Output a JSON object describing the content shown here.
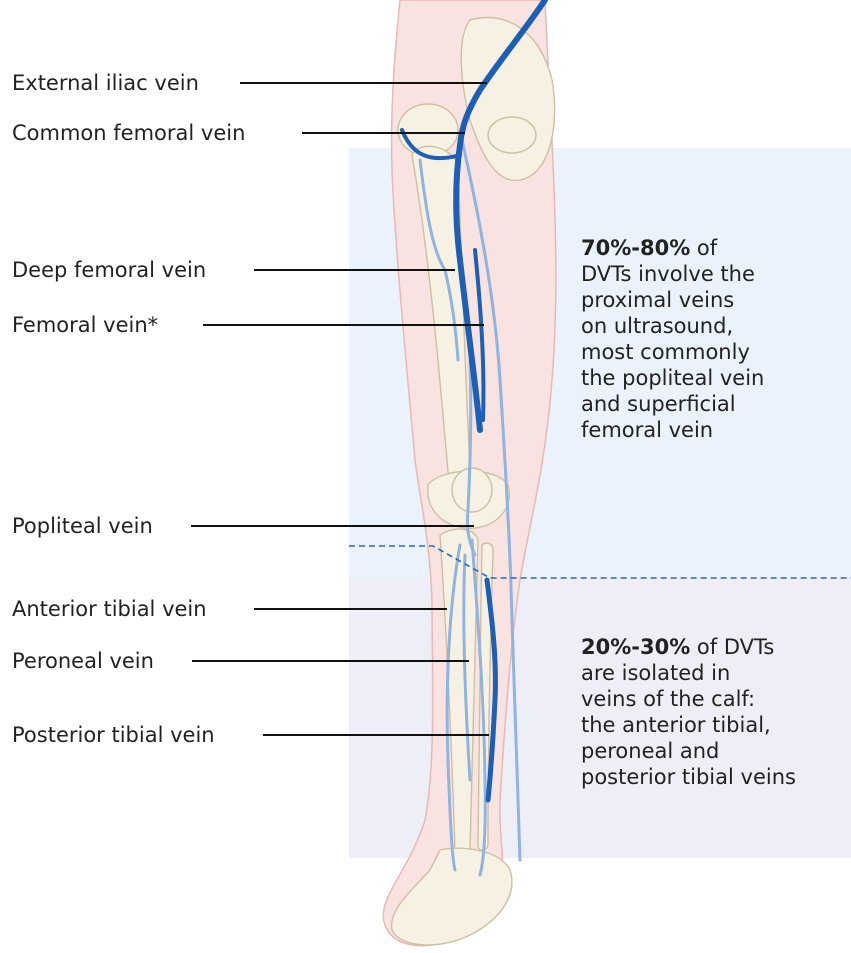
{
  "labels": {
    "external_iliac": "External iliac vein",
    "common_femoral": "Common femoral vein",
    "deep_femoral": "Deep femoral vein",
    "femoral": "Femoral vein*",
    "popliteal": "Popliteal vein",
    "anterior_tibial": "Anterior tibial vein",
    "peroneal": "Peroneal vein",
    "posterior_tibial": "Posterior tibial vein"
  },
  "proximal_note": {
    "highlight": "70%-80%",
    "lines": [
      " of",
      "DVTs involve the",
      "proximal veins",
      "on ultrasound,",
      "most commonly",
      "the popliteal vein",
      "and superficial",
      "femoral vein"
    ]
  },
  "calf_note": {
    "highlight": "20%-30%",
    "lines": [
      " of DVTs",
      "are isolated in",
      "veins of the calf:",
      "the anterior tibial,",
      "peroneal and",
      "posterior tibial veins"
    ]
  },
  "colors": {
    "proximal_zone": "#eaf2fb",
    "calf_zone": "#eeeef7",
    "leg_skin": "#f8e3e1",
    "leg_outline": "#e7b9b4",
    "deep_vein": "#1d5fb4",
    "superficial_vein": "#8fb4e2",
    "bone": "#f7f1e3",
    "bone_outline": "#ccc0a2",
    "divider": "#2b69b5"
  }
}
